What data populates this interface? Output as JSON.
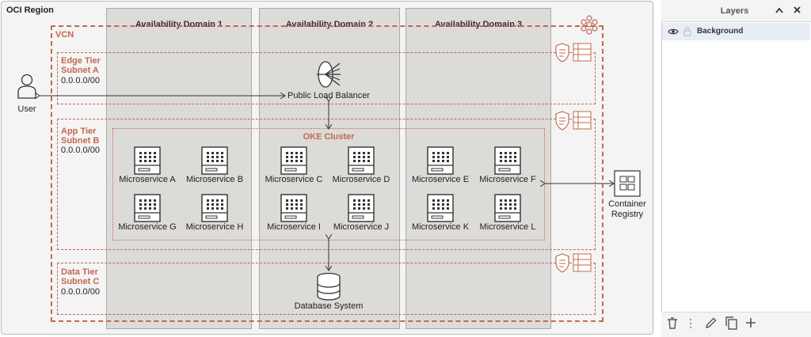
{
  "diagram": {
    "region_label": "OCI Region",
    "availability_domains": [
      "Availability Domain 1",
      "Availability Domain 2",
      "Availability Domain 3"
    ],
    "vcn_label": "VCN",
    "subnets": [
      {
        "name_line1": "Edge Tier",
        "name_line2": "Subnet A",
        "cidr": "0.0.0.0/00"
      },
      {
        "name_line1": "App Tier",
        "name_line2": "Subnet B",
        "cidr": "0.0.0.0/00"
      },
      {
        "name_line1": "Data Tier",
        "name_line2": "Subnet C",
        "cidr": "0.0.0.0/00"
      }
    ],
    "user_label": "User",
    "load_balancer_label": "Public Load Balancer",
    "oke_label": "OKE Cluster",
    "microservices": [
      "Microservice A",
      "Microservice B",
      "Microservice C",
      "Microservice D",
      "Microservice E",
      "Microservice F",
      "Microservice G",
      "Microservice H",
      "Microservice I",
      "Microservice J",
      "Microservice K",
      "Microservice L"
    ],
    "registry_line1": "Container",
    "registry_line2": "Registry",
    "database_label": "Database System",
    "accent_color": "#c0694e"
  },
  "layers_panel": {
    "title": "Layers",
    "layers": [
      {
        "name": "Background"
      }
    ],
    "footer_icons": [
      "trash-icon",
      "pencil-icon",
      "duplicate-icon",
      "plus-icon"
    ]
  }
}
